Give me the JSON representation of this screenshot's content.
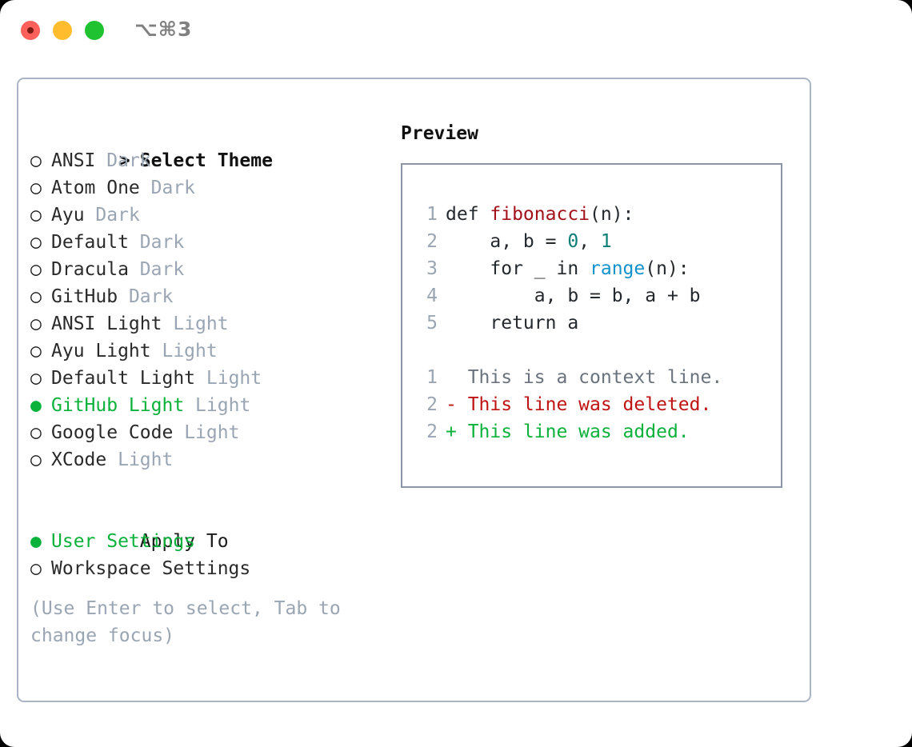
{
  "titlebar": {
    "shortcut": "⌥⌘3",
    "close_label": "close",
    "minimize_label": "minimize",
    "maximize_label": "maximize"
  },
  "theme_picker": {
    "heading_marker": "> ",
    "heading": "Select Theme",
    "selected_marker": "● ",
    "unselected_marker": "○ ",
    "items": [
      {
        "name": "ANSI",
        "variant": "Dark",
        "selected": false
      },
      {
        "name": "Atom One",
        "variant": "Dark",
        "selected": false
      },
      {
        "name": "Ayu",
        "variant": "Dark",
        "selected": false
      },
      {
        "name": "Default",
        "variant": "Dark",
        "selected": false
      },
      {
        "name": "Dracula",
        "variant": "Dark",
        "selected": false
      },
      {
        "name": "GitHub",
        "variant": "Dark",
        "selected": false
      },
      {
        "name": "ANSI Light",
        "variant": "Light",
        "selected": false
      },
      {
        "name": "Ayu Light",
        "variant": "Light",
        "selected": false
      },
      {
        "name": "Default Light",
        "variant": "Light",
        "selected": false
      },
      {
        "name": "GitHub Light",
        "variant": "Light",
        "selected": true
      },
      {
        "name": "Google Code",
        "variant": "Light",
        "selected": false
      },
      {
        "name": "XCode",
        "variant": "Light",
        "selected": false
      }
    ]
  },
  "apply_to": {
    "heading": "Apply To",
    "items": [
      {
        "name": "User Settings",
        "selected": true
      },
      {
        "name": "Workspace Settings",
        "selected": false
      }
    ]
  },
  "hint": "(Use Enter to select, Tab to change focus)",
  "preview": {
    "title": "Preview",
    "code_lines": [
      {
        "number": "1",
        "tokens": [
          {
            "text": "def ",
            "kind": "plain"
          },
          {
            "text": "fibonacci",
            "kind": "fn"
          },
          {
            "text": "(n):",
            "kind": "plain"
          }
        ]
      },
      {
        "number": "2",
        "tokens": [
          {
            "text": "    a, b = ",
            "kind": "plain"
          },
          {
            "text": "0",
            "kind": "num"
          },
          {
            "text": ", ",
            "kind": "plain"
          },
          {
            "text": "1",
            "kind": "num"
          }
        ]
      },
      {
        "number": "3",
        "tokens": [
          {
            "text": "    for _ in ",
            "kind": "plain"
          },
          {
            "text": "range",
            "kind": "call"
          },
          {
            "text": "(n):",
            "kind": "plain"
          }
        ]
      },
      {
        "number": "4",
        "tokens": [
          {
            "text": "        a, b = b, a + b",
            "kind": "plain"
          }
        ]
      },
      {
        "number": "5",
        "tokens": [
          {
            "text": "    return a",
            "kind": "plain"
          }
        ]
      }
    ],
    "diff_lines": [
      {
        "number": "1",
        "sign": "  ",
        "text": "This is a context line.",
        "kind": "context"
      },
      {
        "number": "2",
        "sign": "- ",
        "text": "This line was deleted.",
        "kind": "del"
      },
      {
        "number": "2",
        "sign": "+ ",
        "text": "This line was added.",
        "kind": "add"
      }
    ]
  },
  "colors": {
    "accent_green": "#0ab13b",
    "muted_blue_gray": "#9aa5b4",
    "panel_border": "#aab4c2",
    "preview_border": "#8b95a5",
    "syntax_function": "#a3121b",
    "syntax_number": "#0a7d77",
    "syntax_call": "#1192cc",
    "diff_deleted": "#bf1313",
    "diff_added": "#0ab13b",
    "diff_context": "#6a737d",
    "traffic_close": "#ff6059",
    "traffic_minimize": "#ffbd2e",
    "traffic_maximize": "#1fc331"
  }
}
